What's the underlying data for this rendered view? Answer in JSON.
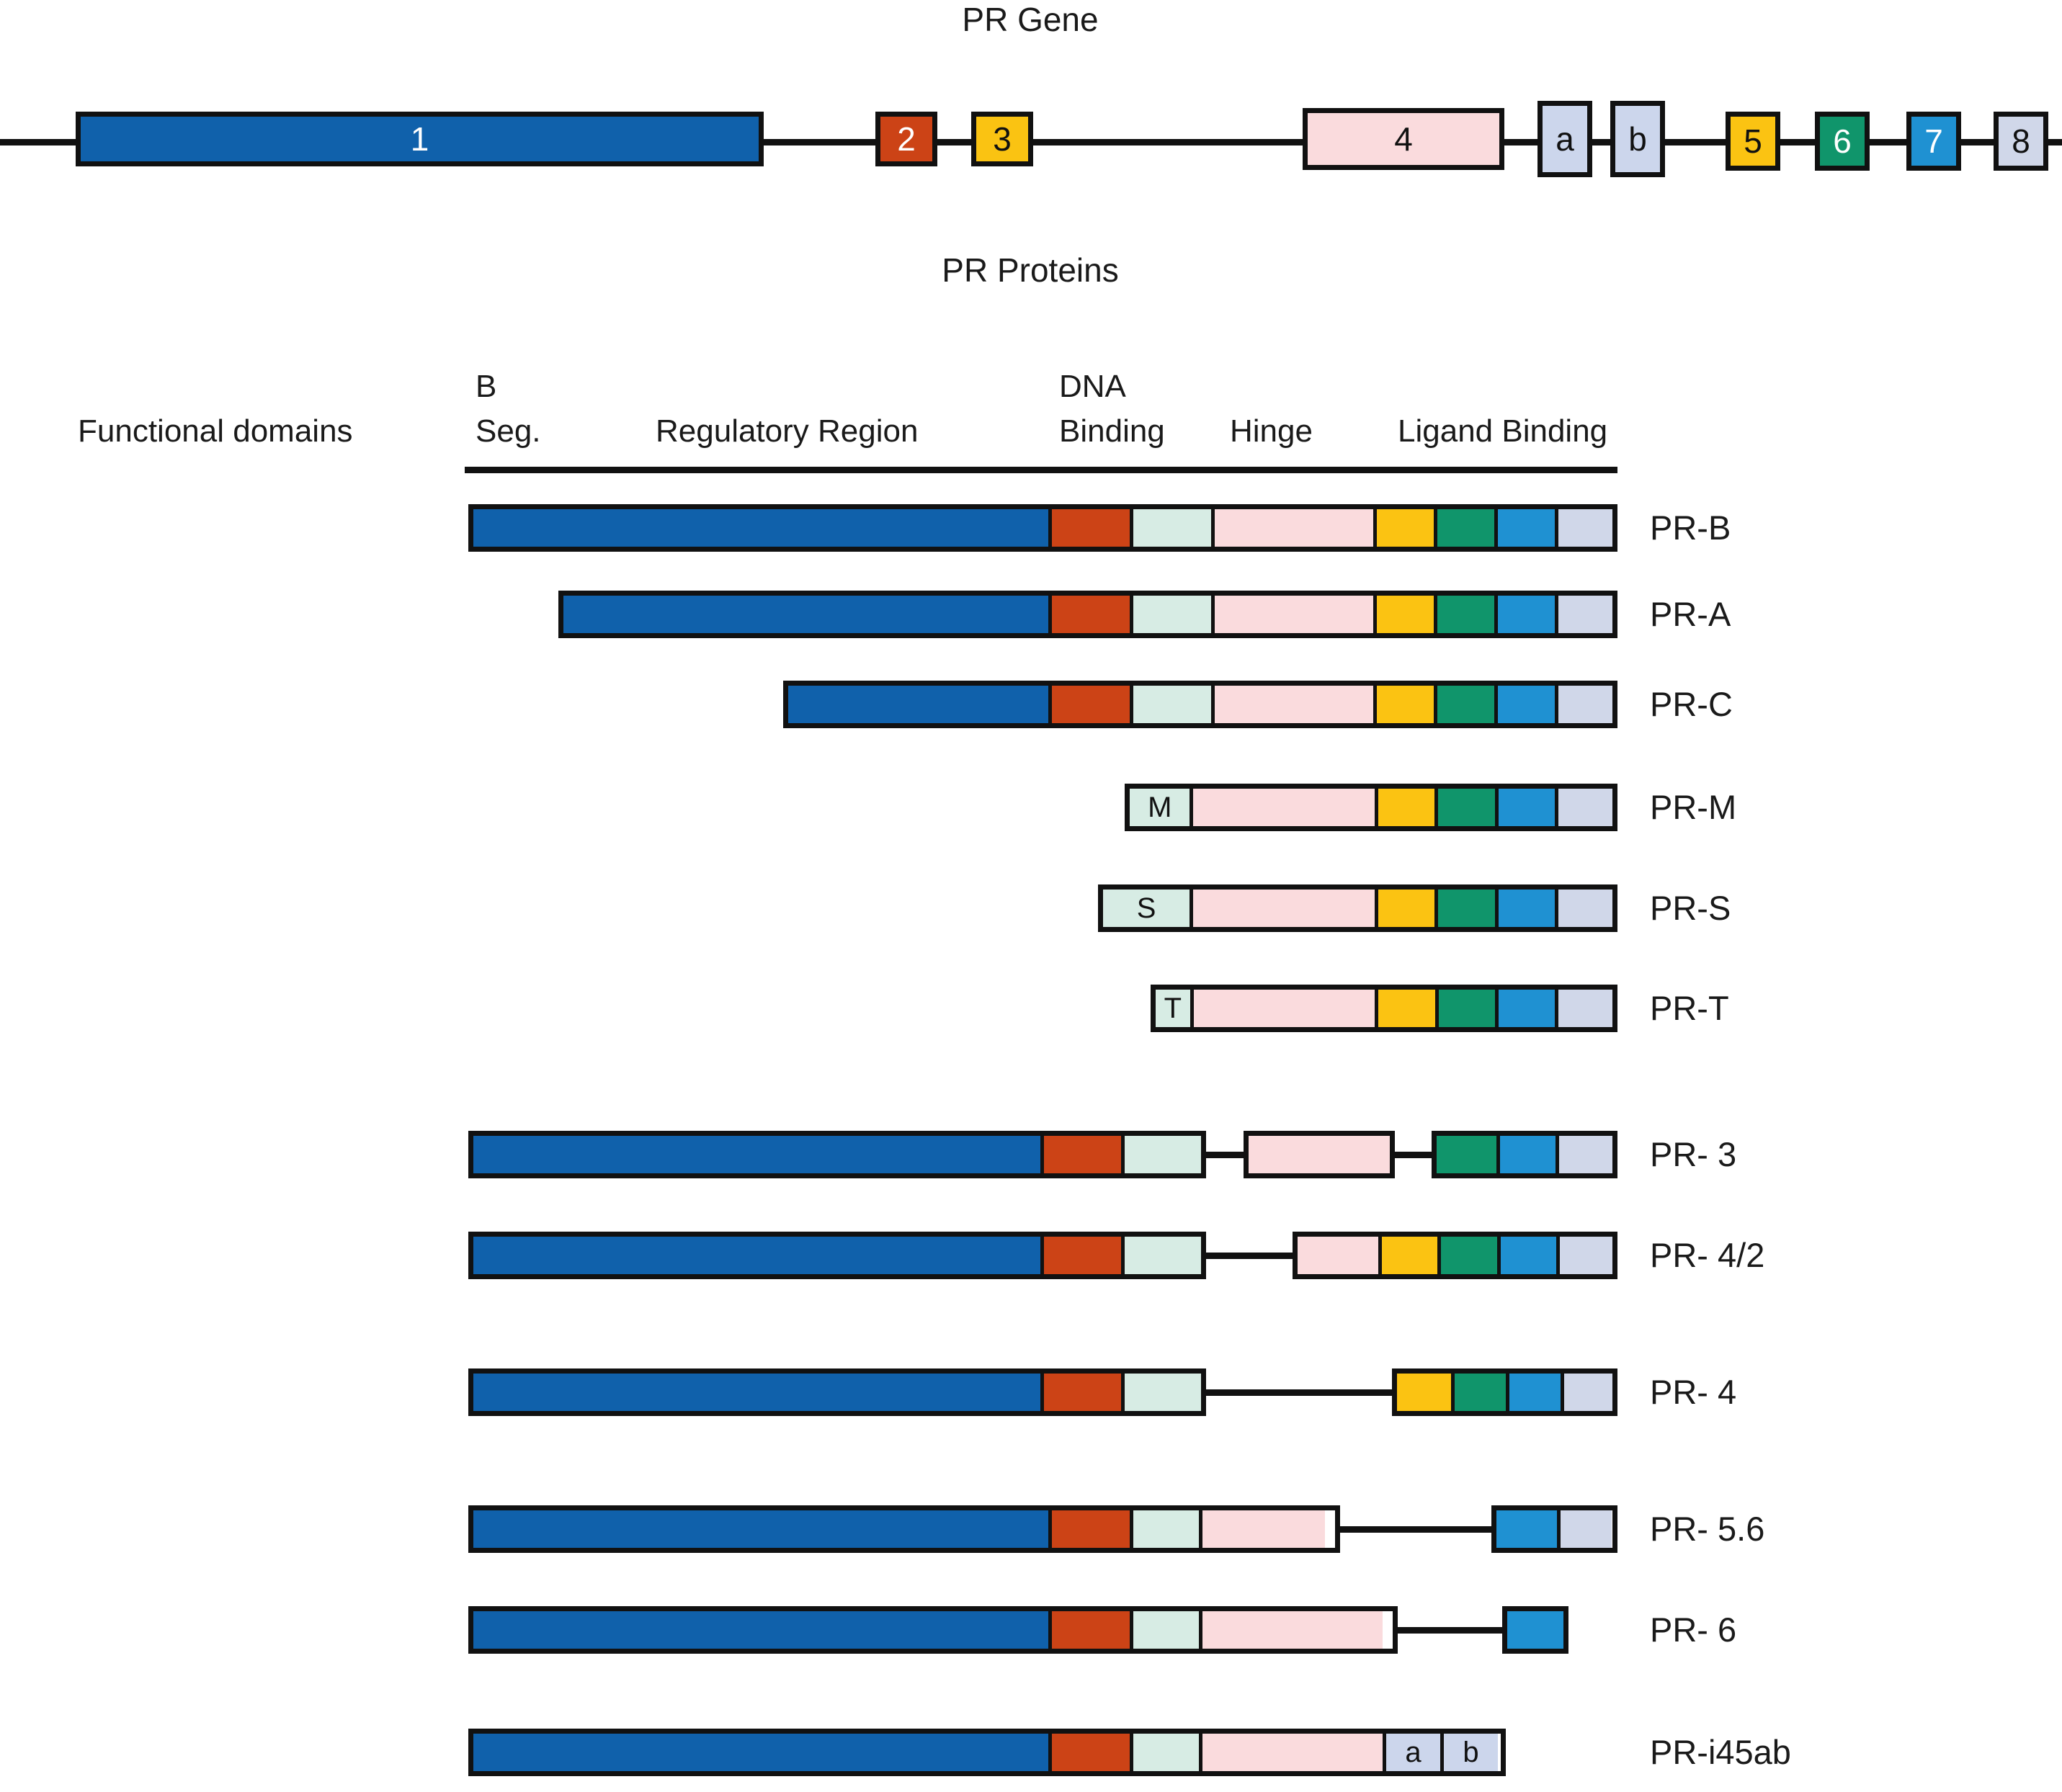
{
  "figure": {
    "gene_title": "PR Gene",
    "proteins_title": "PR Proteins"
  },
  "palette": {
    "exon1_blue": "#1061ab",
    "exon2_orange": "#cc4316",
    "exon3_gene_yellow": "#fac312",
    "exon3_protein_mint": "#d7ece4",
    "exon4_pink": "#fadbdd",
    "exon_ab_lavender": "#ccd6ec",
    "exon5_yellow": "#fbc312",
    "exon6_green": "#10956b",
    "exon7_blue": "#1f91d2",
    "exon8_lavender": "#d0d7e9",
    "outline_black": "#111111",
    "text_white": "#ffffff",
    "text_black": "#111111"
  },
  "gene": {
    "exons": [
      {
        "label": "1",
        "fill": "#1061ab",
        "text_color": "#ffffff"
      },
      {
        "label": "2",
        "fill": "#cc4316",
        "text_color": "#ffffff"
      },
      {
        "label": "3",
        "fill": "#fac312",
        "text_color": "#111111"
      },
      {
        "label": "4",
        "fill": "#fadbdd",
        "text_color": "#111111"
      },
      {
        "label": "a",
        "fill": "#ccd6ec",
        "text_color": "#111111"
      },
      {
        "label": "b",
        "fill": "#ccd6ec",
        "text_color": "#111111"
      },
      {
        "label": "5",
        "fill": "#fbc312",
        "text_color": "#111111"
      },
      {
        "label": "6",
        "fill": "#10956b",
        "text_color": "#ffffff"
      },
      {
        "label": "7",
        "fill": "#1f91d2",
        "text_color": "#ffffff"
      },
      {
        "label": "8",
        "fill": "#d0d7e9",
        "text_color": "#111111"
      }
    ]
  },
  "functional_domains": {
    "row_label": "Functional domains",
    "columns": [
      {
        "line1": "B",
        "line2": "Seg."
      },
      {
        "line1": "",
        "line2": "Regulatory Region"
      },
      {
        "line1": "DNA",
        "line2": "Binding"
      },
      {
        "line1": "",
        "line2": "Hinge"
      },
      {
        "line1": "",
        "line2": "Ligand Binding"
      }
    ]
  },
  "proteins": {
    "group_one": [
      {
        "label": "PR-B"
      },
      {
        "label": "PR-A"
      },
      {
        "label": "PR-C"
      },
      {
        "label": "PR-M",
        "marker": "M"
      },
      {
        "label": "PR-S",
        "marker": "S"
      },
      {
        "label": "PR-T",
        "marker": "T"
      }
    ],
    "group_two": [
      {
        "label": "PR- 3"
      },
      {
        "label": "PR- 4/2"
      },
      {
        "label": "PR- 4"
      },
      {
        "label": "PR- 5.6"
      },
      {
        "label": "PR- 6"
      },
      {
        "label": "PR-i45ab",
        "inner_labels": [
          "a",
          "b"
        ]
      }
    ]
  }
}
